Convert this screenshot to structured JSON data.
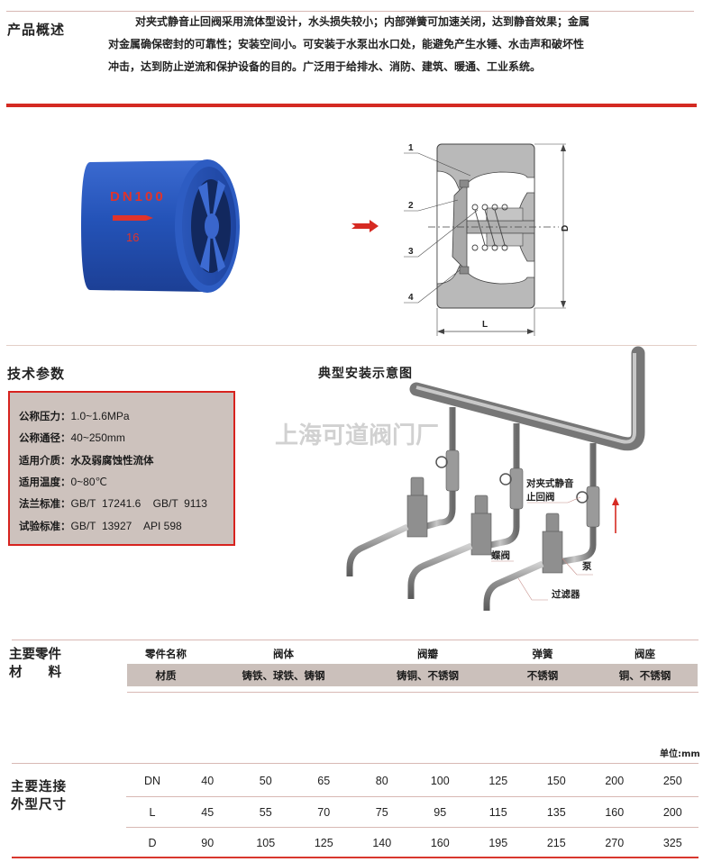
{
  "intro": {
    "title": "产品概述",
    "lines": [
      "对夹式静音止回阀采用流体型设计，水头损失较小；内部弹簧可加速关闭，达到静音效果；金属",
      "对金属确保密封的可靠性；安装空间小。可安装于水泵出水口处，能避免产生水锤、水击声和破坏性",
      "冲击，达到防止逆流和保护设备的目的。广泛用于给排水、消防、建筑、暖通、工业系统。"
    ]
  },
  "product_photo": {
    "marking_size": "DN100",
    "marking_pressure": "16",
    "body_color": "#2a55b5",
    "marking_color": "#e0332b"
  },
  "section_drawing": {
    "callouts": [
      "1",
      "2",
      "3",
      "4"
    ],
    "dim_length": "L",
    "dim_diameter": "D",
    "flow_arrow_color": "#d62a22"
  },
  "tech_params": {
    "title": "技术参数",
    "rows": [
      {
        "label": "公称压力：",
        "value": "1.0~1.6MPa"
      },
      {
        "label": "公称通径：",
        "value": "40~250mm"
      },
      {
        "label": "适用介质：",
        "value": "水及弱腐蚀性流体"
      },
      {
        "label": "适用温度：",
        "value": "0~80℃"
      },
      {
        "label": "法兰标准：",
        "value": "GB/T  17241.6    GB/T  9113"
      },
      {
        "label": "试验标准：",
        "value": "GB/T  13927    API 598"
      }
    ]
  },
  "install_diagram": {
    "title": "典型安装示意图",
    "watermark": "上海可道阀门厂",
    "labels": {
      "check_valve_1": "对夹式静音",
      "check_valve_2": "止回阀",
      "butterfly_valve": "蝶阀",
      "pump": "泵",
      "strainer": "过滤器"
    }
  },
  "materials": {
    "title_line1": "主要零件",
    "title_line2": "材　　料",
    "header": [
      "零件名称",
      "阀体",
      "阀瓣",
      "弹簧",
      "阀座"
    ],
    "row": [
      "材质",
      "铸铁、球铁、铸钢",
      "铸铜、不锈钢",
      "不锈钢",
      "铜、不锈钢"
    ]
  },
  "dimensions": {
    "title_line1": "主要连接",
    "title_line2": "外型尺寸",
    "unit": "单位:mm",
    "rows": [
      {
        "name": "DN",
        "values": [
          "40",
          "50",
          "65",
          "80",
          "100",
          "125",
          "150",
          "200",
          "250"
        ]
      },
      {
        "name": "L",
        "values": [
          "45",
          "55",
          "70",
          "75",
          "95",
          "115",
          "135",
          "160",
          "200"
        ]
      },
      {
        "name": "D",
        "values": [
          "90",
          "105",
          "125",
          "140",
          "160",
          "195",
          "215",
          "270",
          "325"
        ]
      }
    ]
  }
}
